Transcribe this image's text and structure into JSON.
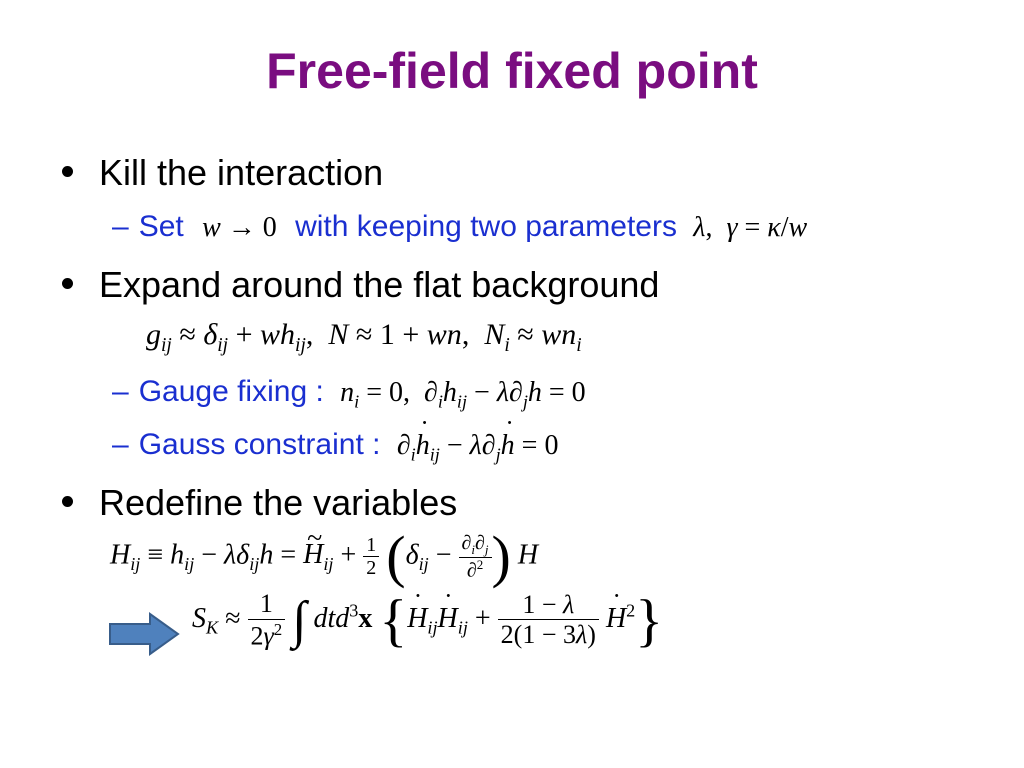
{
  "slide": {
    "title": "Free-field fixed point",
    "bullets": {
      "kill": "Kill the interaction",
      "set_prefix": "Set",
      "set_mid": "with keeping two parameters",
      "expand": "Expand around the flat background",
      "gauge": "Gauge fixing :",
      "gauss": "Gauss constraint  :",
      "redefine": "Redefine the variables"
    },
    "colors": {
      "title": "#7a0d80",
      "sub_bullet": "#1a2fd0",
      "arrow_fill": "#4f81bd",
      "arrow_stroke": "#385d8a"
    },
    "icons": {
      "arrow": "right-arrow-icon"
    }
  }
}
